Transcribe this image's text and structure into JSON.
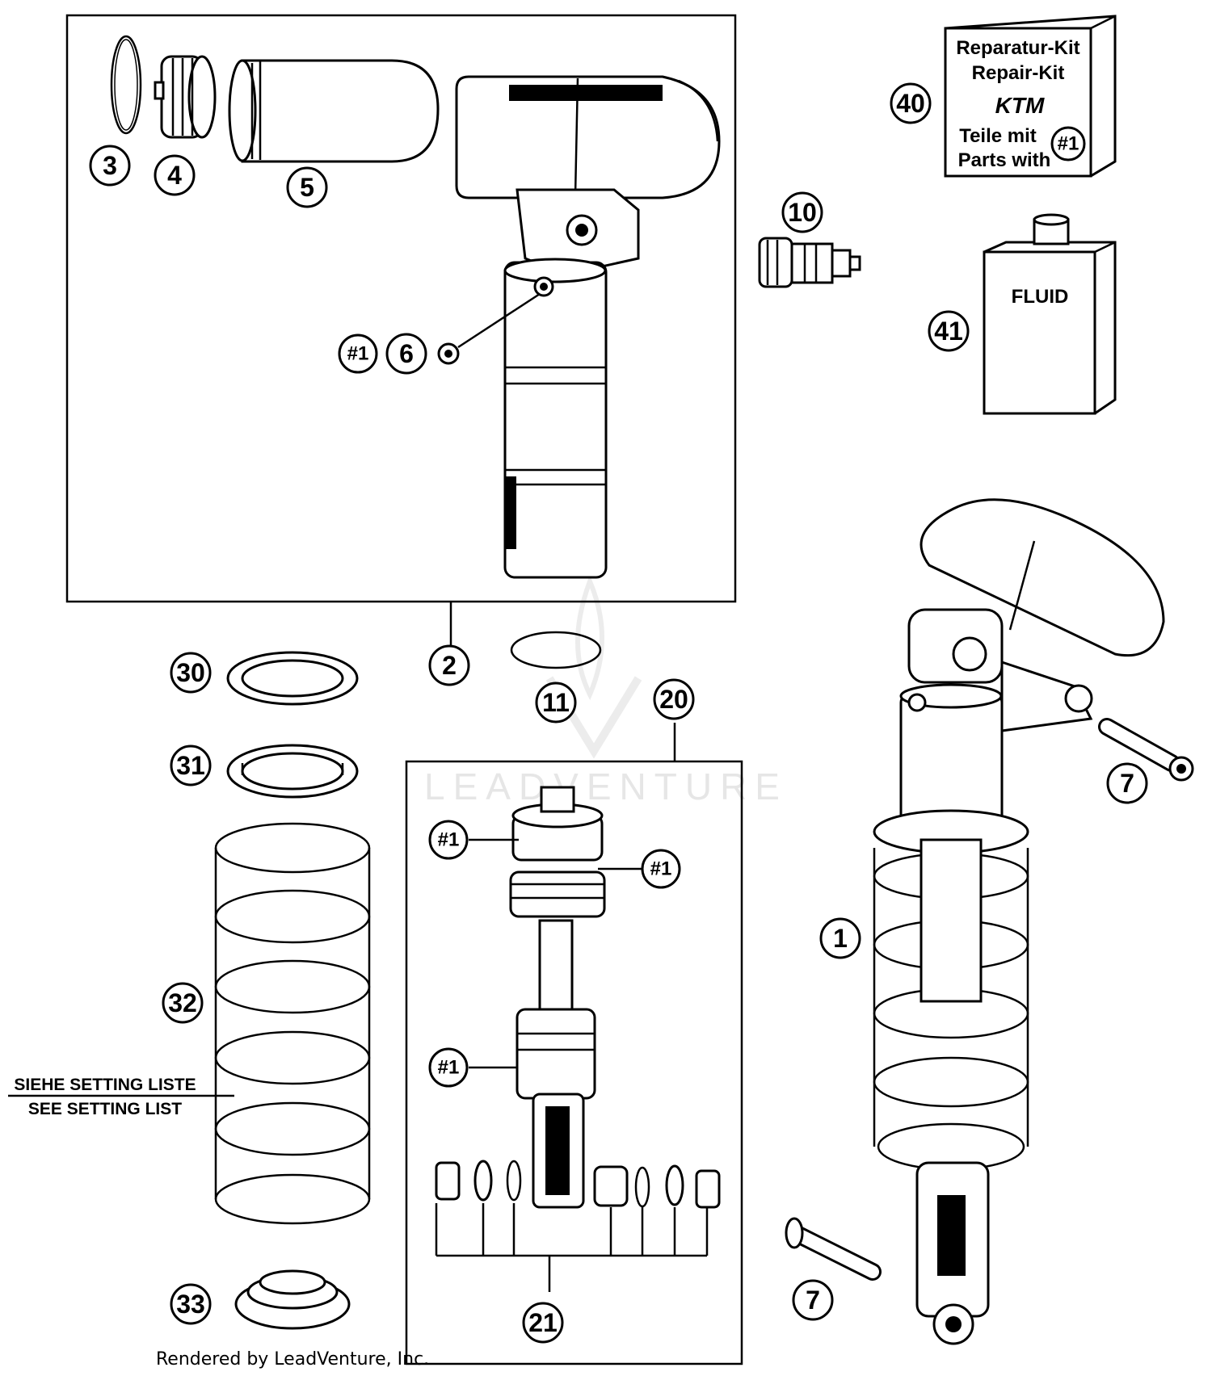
{
  "diagram": {
    "watermark": "LEADVENTURE",
    "credit": "Rendered by LeadVenture, Inc.",
    "setting_note": {
      "line1": "SIEHE SETTING LISTE",
      "line2": "SEE SETTING LIST"
    },
    "repair_kit": {
      "line1": "Reparatur-Kit",
      "line2": "Repair-Kit",
      "brand": "KTM",
      "line3": "Teile mit",
      "line4": "Parts with",
      "marker": "#1"
    },
    "fluid_label": "FLUID",
    "callouts": {
      "c1": "1",
      "c2": "2",
      "c3": "3",
      "c4": "4",
      "c5": "5",
      "c6": "6",
      "c7a": "7",
      "c7b": "7",
      "c10": "10",
      "c11": "11",
      "c20": "20",
      "c21": "21",
      "c30": "30",
      "c31": "31",
      "c32": "32",
      "c33": "33",
      "c40": "40",
      "c41": "41"
    },
    "hash_markers": {
      "h6": "#1",
      "h20a": "#1",
      "h20b": "#1",
      "h20c": "#1"
    }
  }
}
